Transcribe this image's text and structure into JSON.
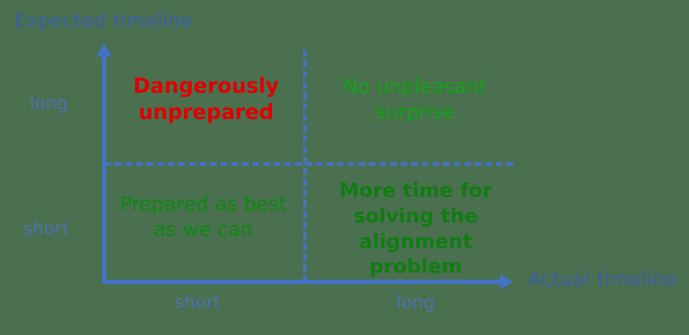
{
  "diagram": {
    "background_color": "#4a7050",
    "axis_color": "#4472c4",
    "axes": {
      "y": {
        "title": "Expected timeline",
        "title_color": "#3b5fa8",
        "ticks": [
          {
            "label": "long"
          },
          {
            "label": "short"
          }
        ]
      },
      "x": {
        "title": "Actual timeline",
        "title_color": "#3b5fa8",
        "ticks": [
          {
            "label": "short"
          },
          {
            "label": "long"
          }
        ]
      }
    },
    "quadrants": [
      {
        "position": "top-left",
        "text": "Dangerously unprepared",
        "line1": "Dangerously",
        "line2": "unprepared",
        "color": "#e00000",
        "bold": true
      },
      {
        "position": "top-right",
        "text": "No unpleasant surprise",
        "line1": "No unpleasant",
        "line2": "surprise",
        "color": "#13a313",
        "bold": false
      },
      {
        "position": "bottom-left",
        "text": "Prepared as best as we can",
        "line1": "Prepared as best",
        "line2": "as we can",
        "color": "#0c8a0c",
        "bold": false
      },
      {
        "position": "bottom-right",
        "text": "More time for solving the alignment problem",
        "line1": "More time for",
        "line2": "solving the",
        "line3": "alignment problem",
        "color": "#117d11",
        "bold": true
      }
    ]
  }
}
